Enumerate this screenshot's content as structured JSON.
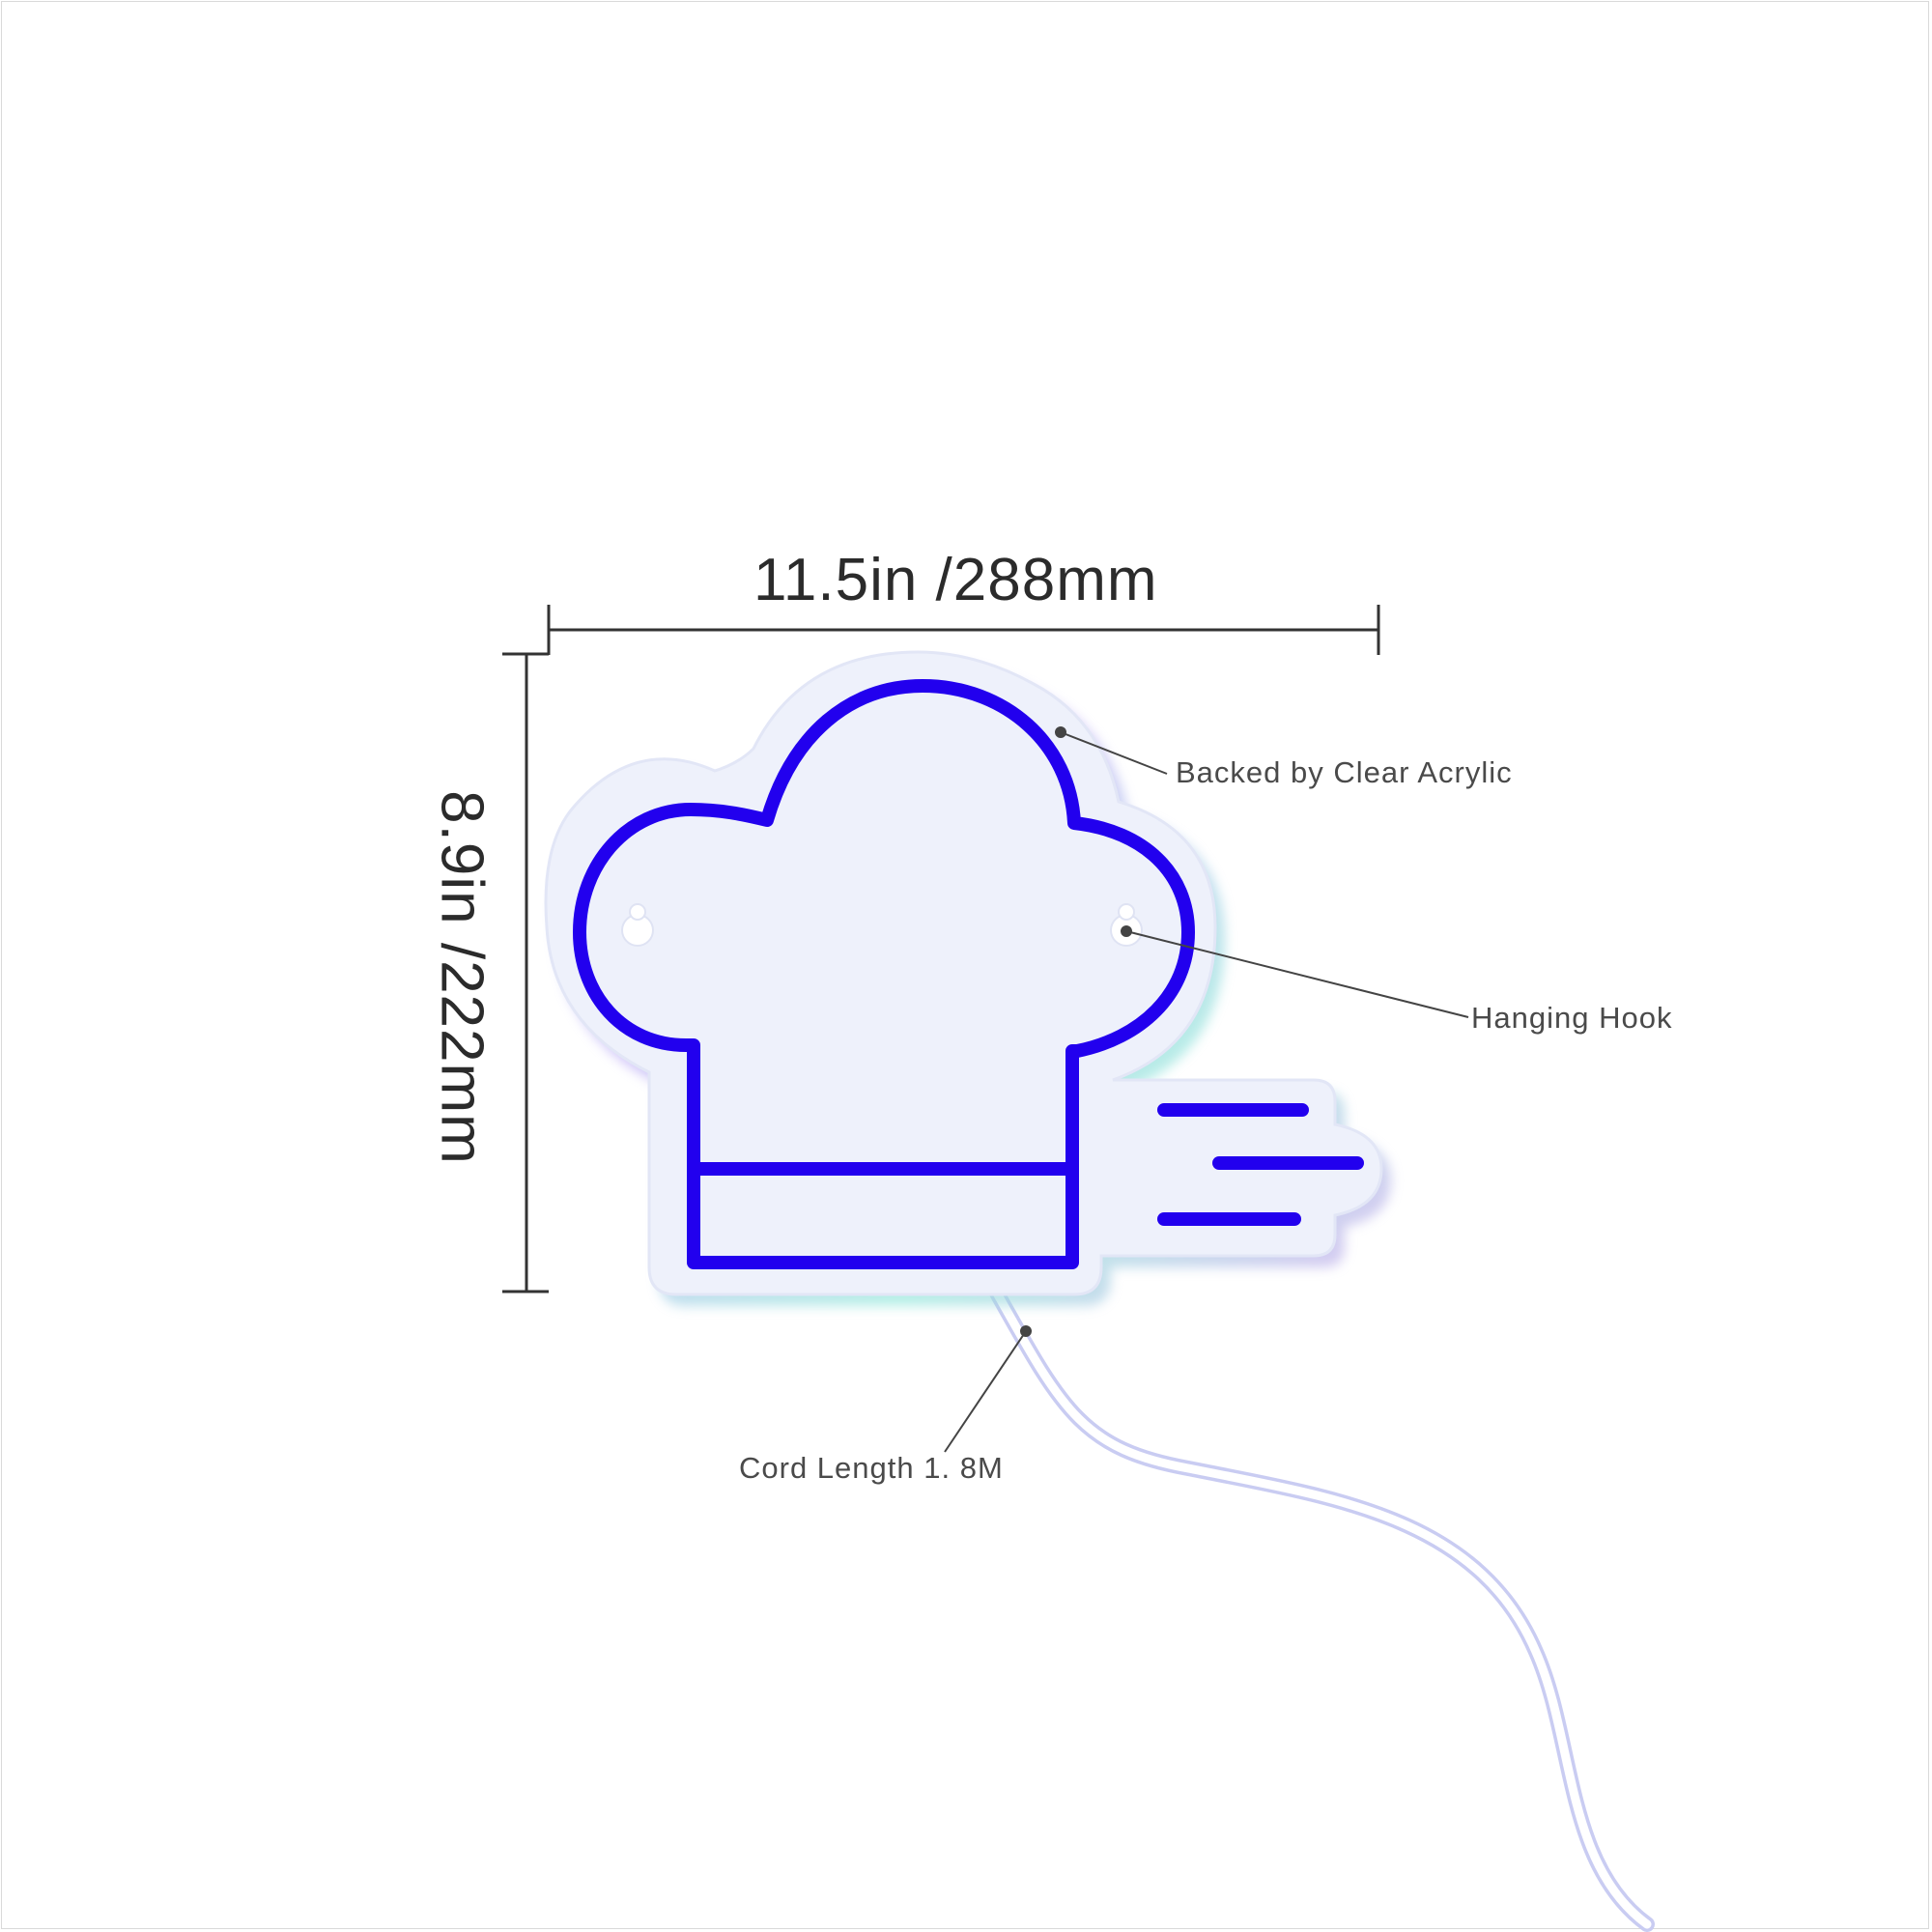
{
  "dimensions": {
    "width_label": "11.5in /288mm",
    "height_label": "8.9in /222mm"
  },
  "callouts": {
    "acrylic": "Backed by Clear Acrylic",
    "hook": "Hanging Hook",
    "cord": "Cord Length 1. 8M"
  },
  "colors": {
    "neon": "#2200ee",
    "acrylic_fill": "#eef1fb",
    "dimension_line": "#333333",
    "callout_text": "#4a4a4a"
  },
  "icons": {
    "sign": "chef-hat-icon",
    "motion": "speed-lines-icon"
  }
}
